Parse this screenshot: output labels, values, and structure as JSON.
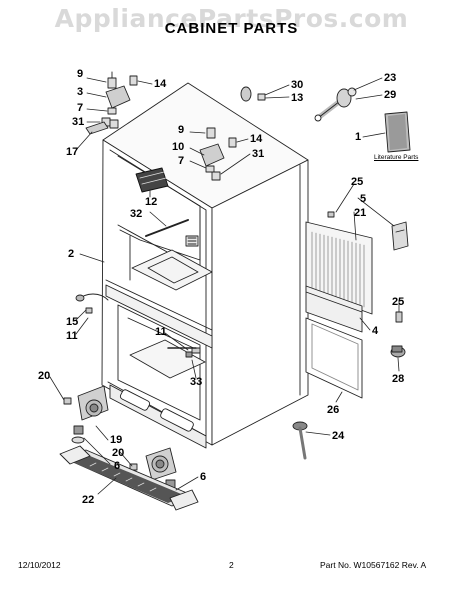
{
  "watermark": "AppliancePartsPros.com",
  "title": "CABINET PARTS",
  "literature_label": "Literature Parts",
  "callouts": {
    "c9a": "9",
    "c14a": "14",
    "c3": "3",
    "c7a": "7",
    "c31a": "31",
    "c17": "17",
    "c9b": "9",
    "c14b": "14",
    "c10": "10",
    "c7b": "7",
    "c31b": "31",
    "c30": "30",
    "c13": "13",
    "c23": "23",
    "c29": "29",
    "c1": "1",
    "c12": "12",
    "c32": "32",
    "c2": "2",
    "c25a": "25",
    "c5": "5",
    "c21": "21",
    "c15": "15",
    "c11a": "11",
    "c11b": "11",
    "c33": "33",
    "c4": "4",
    "c25b": "25",
    "c28": "28",
    "c20a": "20",
    "c26": "26",
    "c24": "24",
    "c19": "19",
    "c20b": "20",
    "c6a": "6",
    "c6b": "6",
    "c22": "22"
  },
  "footer": {
    "date": "12/10/2012",
    "page": "2",
    "part_no": "Part No. W10567162  Rev. A"
  }
}
